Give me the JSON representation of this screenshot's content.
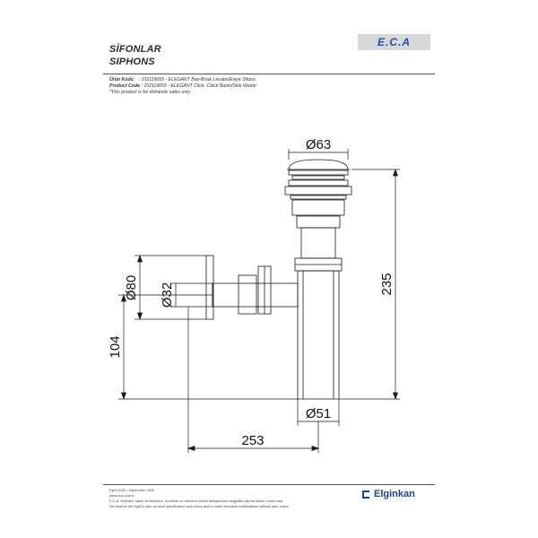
{
  "header": {
    "title_tr": "SİFONLAR",
    "title_en": "SIPHONS",
    "logo": "E.C.A"
  },
  "product": {
    "code_label_tr": "Ürün Kodu",
    "code_value_tr": ": 102119055 - ELEGANT Bas-Bırak Lavabo/Eviye Sifonu",
    "code_label_en": "Product Code",
    "code_value_en": ": 102119055 - ELEGANT Click- Clack Basin/Sink Waste",
    "note": "*This product is for domestic sales only."
  },
  "drawing": {
    "dim_top": "Ø63",
    "dim_bottom": "Ø51",
    "dim_height": "235",
    "dim_flange": "Ø80",
    "dim_pipe": "Ø32",
    "dim_outlet_height": "104",
    "dim_width": "253"
  },
  "footer": {
    "date": "Eylül 2020 / September 2020",
    "url": "www.eca.com.tr",
    "disclaimer_tr": "E.C.A. önceden haber vermeksizin, ürünlerin ve ürünlerin teknik detaylarında değişiklik yapma hakkını saklı tutar.",
    "disclaimer_en": "We reserve the right to alter product specification and colors and to make technical modifications without prior notice.",
    "brand": "Elginkan"
  }
}
